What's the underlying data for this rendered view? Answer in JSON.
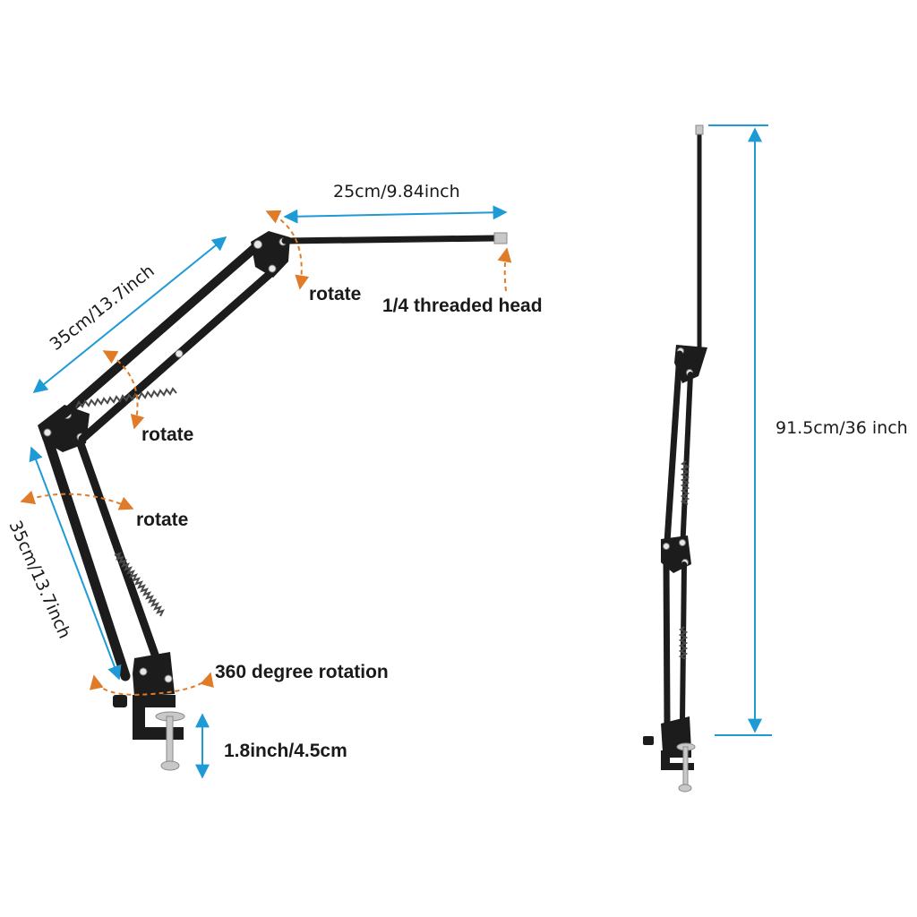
{
  "colors": {
    "dimension": "#1e9ad6",
    "rotation": "#e07b28",
    "arm": "#1c1c1c"
  },
  "left_view": {
    "top_arm_length": "25cm/9.84inch",
    "upper_arm_length": "35cm/13.7inch",
    "lower_arm_length": "35cm/13.7inch",
    "rotate_label_top": "rotate",
    "thread_label": "1/4 threaded head",
    "rotate_label_elbow": "rotate",
    "rotate_label_base": "rotate",
    "base_rotation_label": "360 degree rotation",
    "clamp_opening": "1.8inch/4.5cm"
  },
  "right_view": {
    "total_height": "91.5cm/36 inch"
  }
}
